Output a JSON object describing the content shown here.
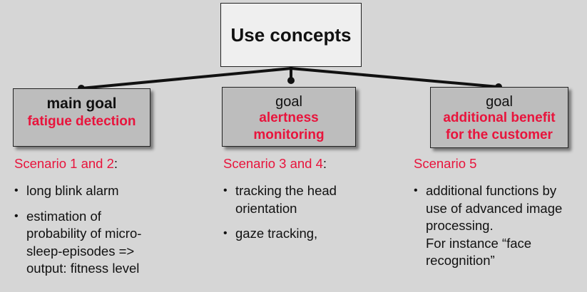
{
  "root": {
    "label": "Use concepts"
  },
  "goals": [
    {
      "title": "main goal",
      "subtitle_lines": [
        "fatigue  detection"
      ],
      "scenario": {
        "label": "Scenario 1 and 2",
        "suffix": ":"
      },
      "bullets": [
        {
          "lines": [
            "long blink alarm"
          ]
        },
        {
          "lines": [
            "estimation of",
            "probability of micro-",
            "sleep-episodes =>",
            "output: fitness level"
          ]
        }
      ]
    },
    {
      "title": "goal",
      "subtitle_lines": [
        "alertness",
        "monitoring"
      ],
      "scenario": {
        "label": "Scenario 3 and 4",
        "suffix": ":"
      },
      "bullets": [
        {
          "lines": [
            "tracking the head",
            "orientation"
          ]
        },
        {
          "lines": [
            "gaze tracking,"
          ]
        }
      ]
    },
    {
      "title": "goal",
      "subtitle_lines": [
        "additional benefit",
        "for the customer"
      ],
      "scenario": {
        "label": "Scenario 5",
        "suffix": ""
      },
      "bullets": [
        {
          "lines": [
            "additional functions by",
            "use of advanced image",
            "processing.",
            "For instance “face",
            "recognition”"
          ]
        }
      ]
    }
  ],
  "colors": {
    "accent": "#e8143c",
    "box_fill": "#bdbdbd",
    "background": "#d6d6d6"
  }
}
